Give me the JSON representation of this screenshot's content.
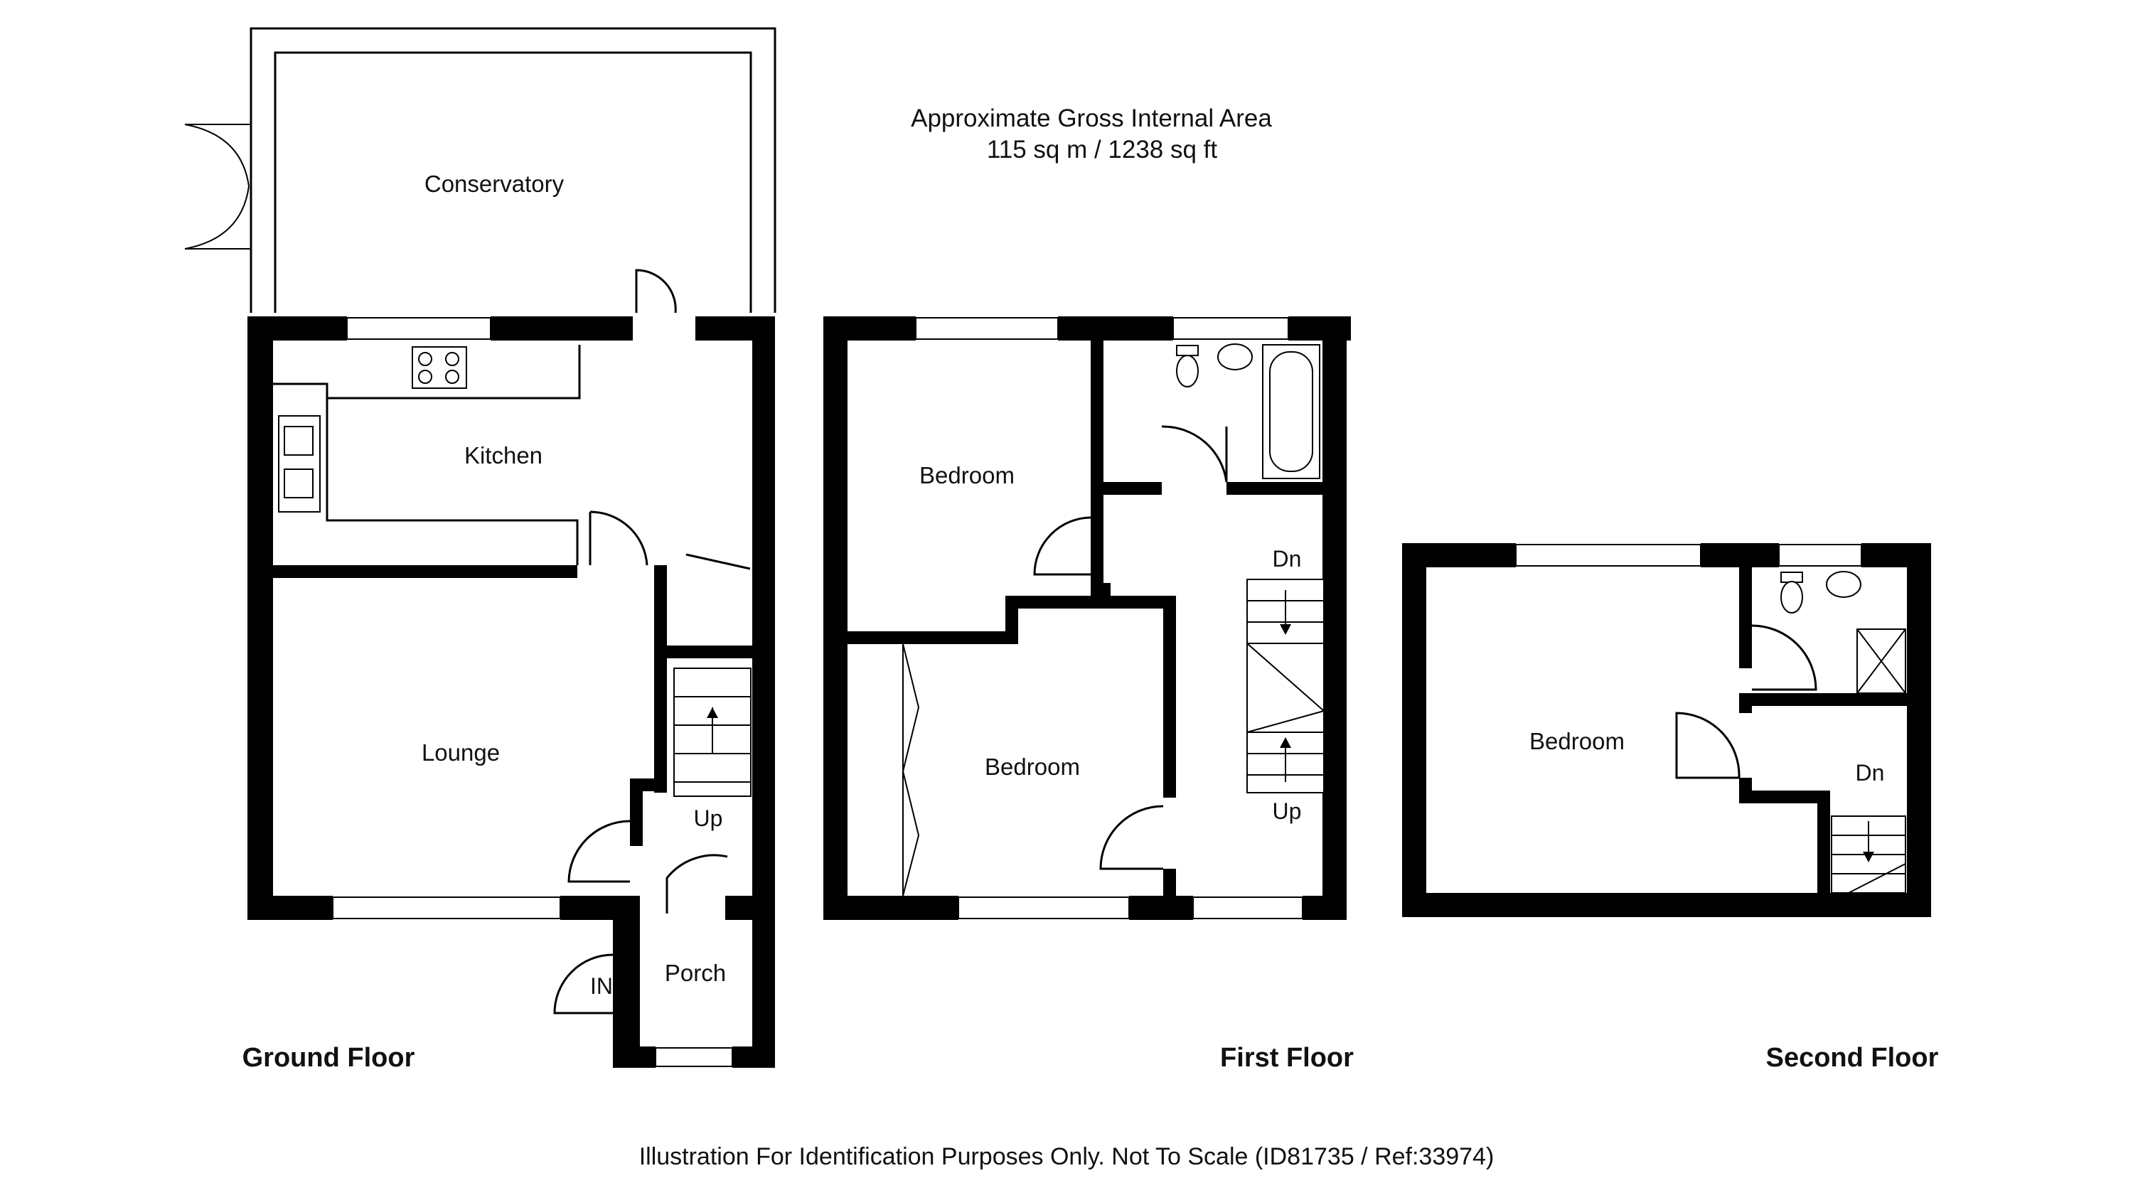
{
  "header": {
    "area_title": "Approximate Gross Internal Area",
    "area_value": "115 sq m / 1238 sq ft"
  },
  "floors": {
    "ground": {
      "title": "Ground Floor",
      "rooms": {
        "conservatory": "Conservatory",
        "kitchen": "Kitchen",
        "lounge": "Lounge",
        "porch": "Porch"
      },
      "stair_label": "Up",
      "entrance_label": "IN"
    },
    "first": {
      "title": "First Floor",
      "rooms": {
        "bedroom_a": "Bedroom",
        "bedroom_b": "Bedroom"
      },
      "stair_down": "Dn",
      "stair_up": "Up"
    },
    "second": {
      "title": "Second Floor",
      "rooms": {
        "bedroom": "Bedroom"
      },
      "stair_down": "Dn"
    }
  },
  "footer": {
    "disclaimer": "Illustration For Identification Purposes Only. Not To Scale (ID81735 / Ref:33974)"
  },
  "colors": {
    "wall": "#000000",
    "background": "#ffffff"
  }
}
